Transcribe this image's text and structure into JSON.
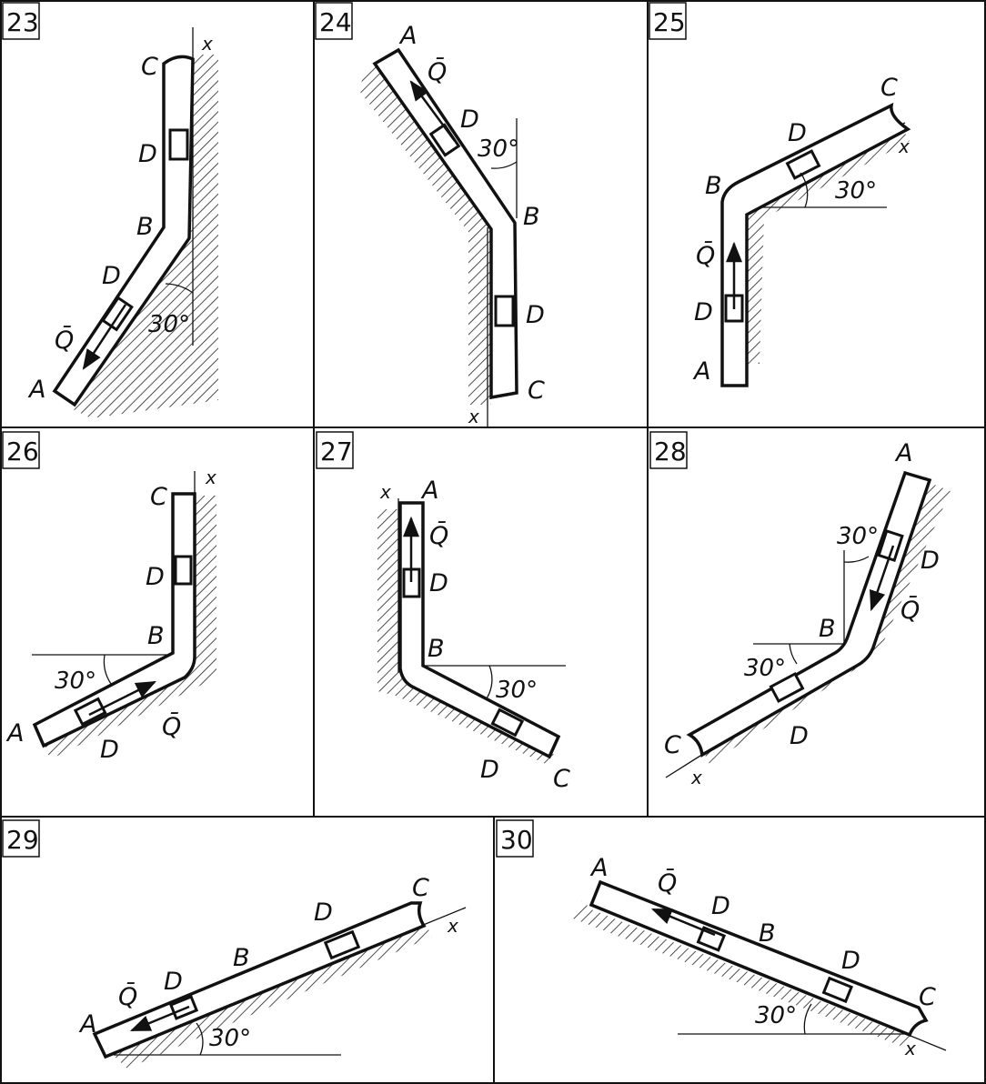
{
  "panels": [
    {
      "number": "23",
      "labels": {
        "a": "A",
        "b": "B",
        "c": "C",
        "d1": "D",
        "d2": "D",
        "q": "Q̄",
        "x": "x",
        "angle": "30°"
      }
    },
    {
      "number": "24",
      "labels": {
        "a": "A",
        "b": "B",
        "c": "C",
        "d1": "D",
        "d2": "D",
        "q": "Q̄",
        "x": "x",
        "angle": "30°"
      }
    },
    {
      "number": "25",
      "labels": {
        "a": "A",
        "b": "B",
        "c": "C",
        "d1": "D",
        "d2": "D",
        "q": "Q̄",
        "x": "x",
        "angle": "30°"
      }
    },
    {
      "number": "26",
      "labels": {
        "a": "A",
        "b": "B",
        "c": "C",
        "d1": "D",
        "d2": "D",
        "q": "Q̄",
        "x": "x",
        "angle": "30°"
      }
    },
    {
      "number": "27",
      "labels": {
        "a": "A",
        "b": "B",
        "c": "C",
        "d1": "D",
        "d2": "D",
        "q": "Q̄",
        "x": "x",
        "angle": "30°"
      }
    },
    {
      "number": "28",
      "labels": {
        "a": "A",
        "b": "B",
        "c": "C",
        "d1": "D",
        "d2": "D",
        "q": "Q̄",
        "x": "x",
        "angle1": "30°",
        "angle2": "30°"
      }
    },
    {
      "number": "29",
      "labels": {
        "a": "A",
        "b": "B",
        "c": "C",
        "d1": "D",
        "d2": "D",
        "q": "Q̄",
        "x": "x",
        "angle": "30°"
      }
    },
    {
      "number": "30",
      "labels": {
        "a": "A",
        "b": "B",
        "c": "C",
        "d1": "D",
        "d2": "D",
        "q": "Q̄",
        "x": "x",
        "angle": "30°"
      }
    }
  ]
}
